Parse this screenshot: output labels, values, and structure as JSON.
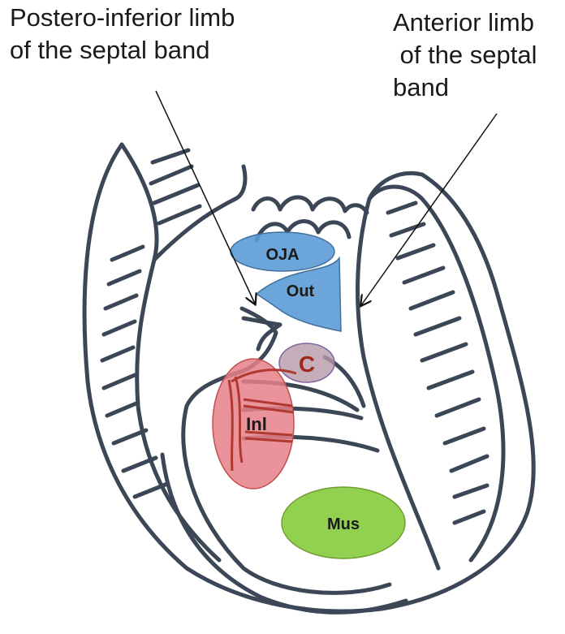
{
  "labels": {
    "posterior_limb": [
      "Postero-inferior limb",
      "of the septal band"
    ],
    "anterior_limb": [
      "Anterior limb",
      " of the septal",
      "band"
    ]
  },
  "regions": {
    "oja": "OJA",
    "out": "Out",
    "c": "C",
    "inl": "Inl",
    "mus": "Mus"
  },
  "colors": {
    "outline": "#3b4656",
    "oja_fill": "#5b9bd5",
    "out_fill": "#5b9bd5",
    "c_fill": "#b49aa8",
    "inl_fill": "#e8808a",
    "mus_fill": "#92d050",
    "muscle_strands": "#b03a30"
  }
}
